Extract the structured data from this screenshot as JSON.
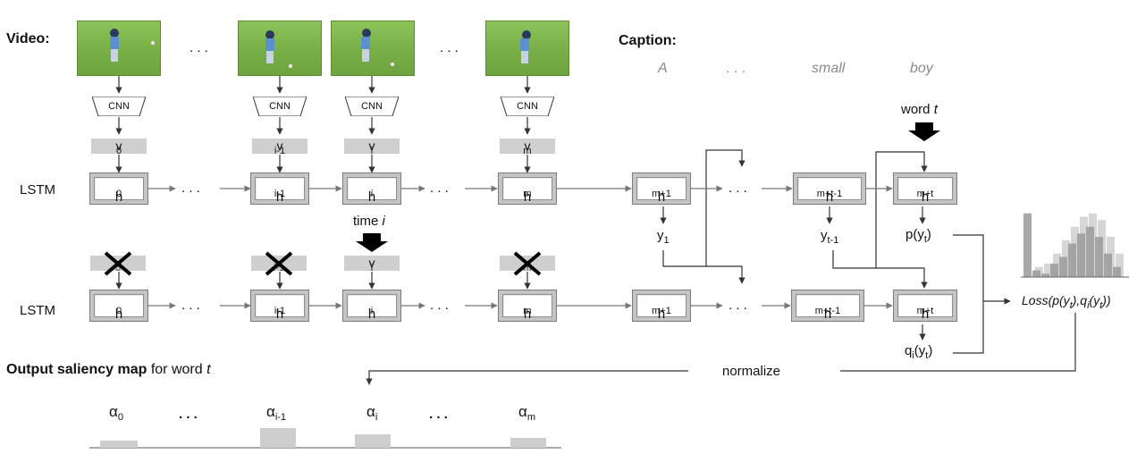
{
  "labels": {
    "video": "Video:",
    "caption": "Caption:",
    "lstm_top": "LSTM",
    "lstm_bottom": "LSTM",
    "cnn": "CNN",
    "dots": ". . .",
    "word_t_prefix": "word ",
    "word_t_var": "t",
    "time_i_prefix": "time ",
    "time_i_var": "i",
    "normalize": "normalize",
    "output_bold": "Output saliency map",
    "output_rest": " for word ",
    "output_var": "t",
    "loss": "Loss(p(y",
    "loss_sub_t": "t",
    "loss_mid": "),q",
    "loss_sub_i": "i",
    "loss_mid2": "(y",
    "loss_sub_t2": "t",
    "loss_end": "))"
  },
  "caption_words": [
    "A",
    ". . .",
    "small",
    "boy"
  ],
  "frames": [
    {
      "id": "frame-0",
      "name": "video-frame-0"
    },
    {
      "id": "frame-i-1",
      "name": "video-frame-i-1"
    },
    {
      "id": "frame-i",
      "name": "video-frame-i"
    },
    {
      "id": "frame-m",
      "name": "video-frame-m"
    }
  ],
  "features": [
    {
      "base": "v",
      "sub": "0"
    },
    {
      "base": "v",
      "sub": "i-1"
    },
    {
      "base": "v",
      "sub": "i"
    },
    {
      "base": "v",
      "sub": "m"
    }
  ],
  "top_cells": [
    {
      "base": "h",
      "sub": "0"
    },
    {
      "base": "h",
      "sub": "i-1"
    },
    {
      "base": "h",
      "sub": "i"
    },
    {
      "base": "h",
      "sub": "m"
    },
    {
      "base": "h",
      "sub": "m+1"
    },
    {
      "base": "h",
      "sub": "m+t-1"
    },
    {
      "base": "h",
      "sub": "m+t"
    }
  ],
  "bottom_cells": [
    {
      "base": "h",
      "sub": "0"
    },
    {
      "base": "h",
      "sub": "i-1"
    },
    {
      "base": "h",
      "sub": "i"
    },
    {
      "base": "h",
      "sub": "m"
    },
    {
      "base": "h",
      "sub": "m+1"
    },
    {
      "base": "h",
      "sub": "m+t-1"
    },
    {
      "base": "h",
      "sub": "m+t"
    }
  ],
  "outputs": {
    "y1": {
      "base": "y",
      "sub": "1"
    },
    "yt1": {
      "base": "y",
      "sub": "t-1"
    },
    "pyt_pre": "p(y",
    "pyt_sub": "t",
    "pyt_post": ")",
    "qi_pre": "q",
    "qi_sub": "i",
    "qi_mid": "(y",
    "qi_sub2": "t",
    "qi_post": ")"
  },
  "saliency": [
    {
      "base": "α",
      "sub": "0",
      "level": 0.35
    },
    {
      "base": "α",
      "sub": "i-1",
      "level": 1.0
    },
    {
      "base": "α",
      "sub": "i",
      "level": 0.7
    },
    {
      "base": "α",
      "sub": "m",
      "level": 0.5
    }
  ],
  "histogram": {
    "bars_light": [
      0.0,
      0.15,
      0.2,
      0.35,
      0.55,
      0.75,
      0.9,
      0.95,
      0.85,
      0.6,
      0.35
    ],
    "bars_dark": [
      0.95,
      0.1,
      0.05,
      0.2,
      0.3,
      0.5,
      0.65,
      0.75,
      0.6,
      0.35,
      0.15
    ]
  },
  "colors": {
    "cell_gray": "#c4c4c4",
    "vector_gray": "#cfcfcf",
    "line": "#444444",
    "grass": "#7fb34a"
  }
}
